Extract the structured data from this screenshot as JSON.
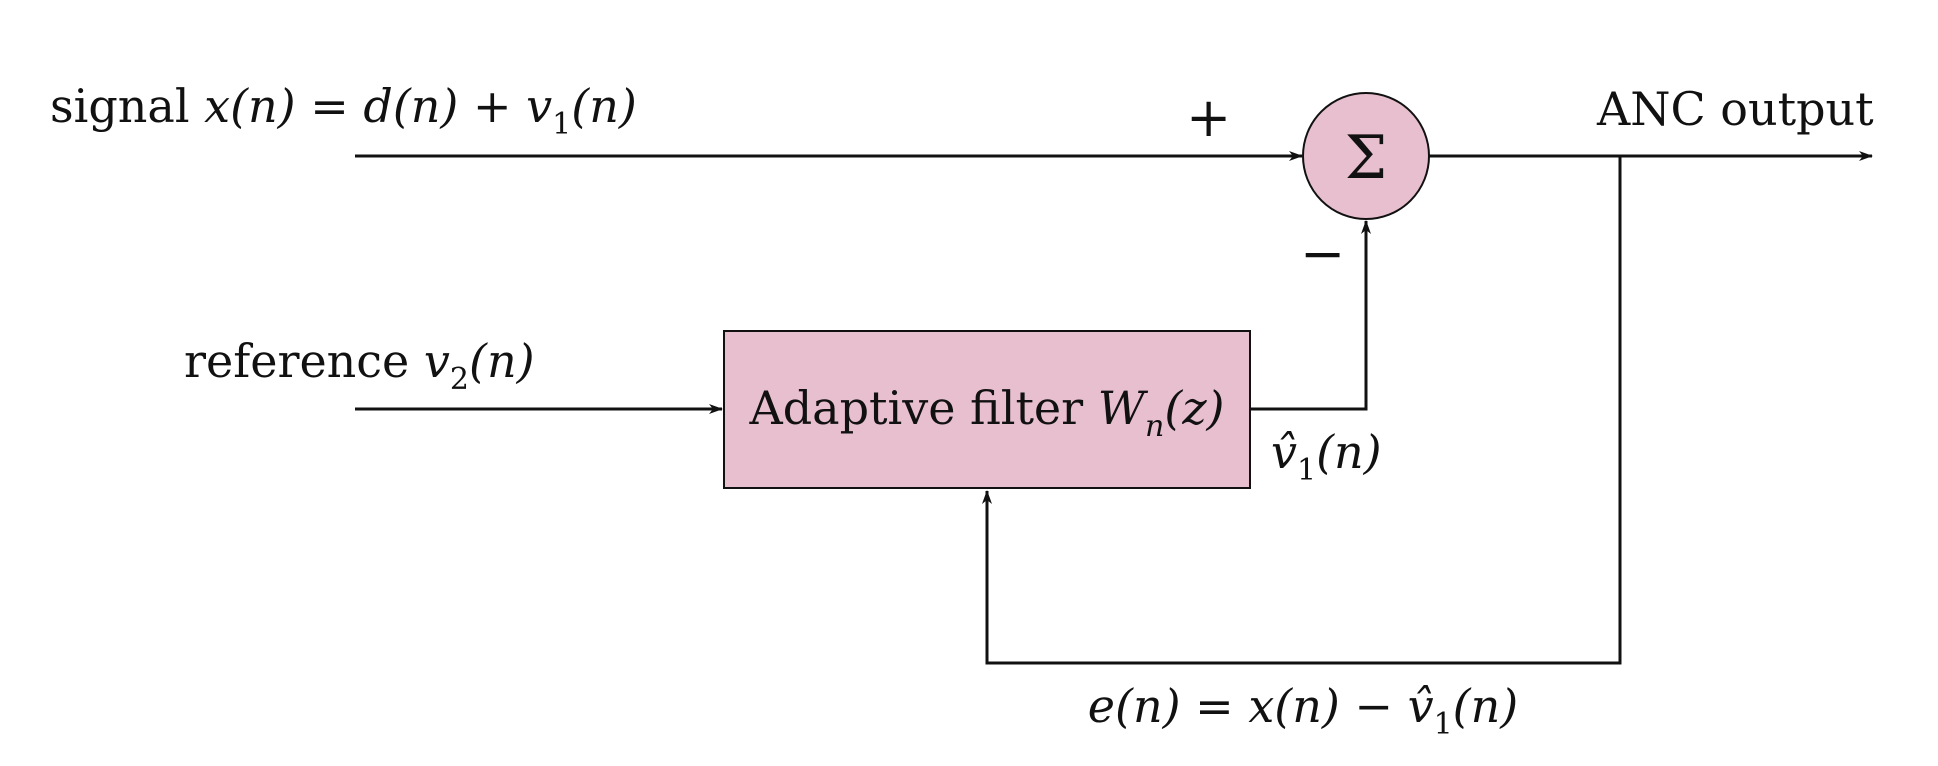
{
  "colors": {
    "block_fill": "#e8bfcf",
    "line": "#111111",
    "background": "#ffffff"
  },
  "labels": {
    "signal": {
      "word": "signal ",
      "expr_a": "x(n) = d(n) + v",
      "sub": "1",
      "expr_b": "(n)"
    },
    "reference": {
      "word": "reference ",
      "expr_a": "v",
      "sub": "2",
      "expr_b": "(n)"
    },
    "filter": {
      "word": "Adaptive filter ",
      "expr_a": "W",
      "sub": "n",
      "expr_b": "(z)"
    },
    "v1hat": {
      "expr_a": "v̂",
      "sub": "1",
      "expr_b": "(n)"
    },
    "error": {
      "expr_a": "e(n) = x(n) − v̂",
      "sub": "1",
      "expr_b": "(n)"
    },
    "output": "ANC output",
    "plus": "+",
    "minus": "−",
    "sum_symbol": "Σ"
  }
}
